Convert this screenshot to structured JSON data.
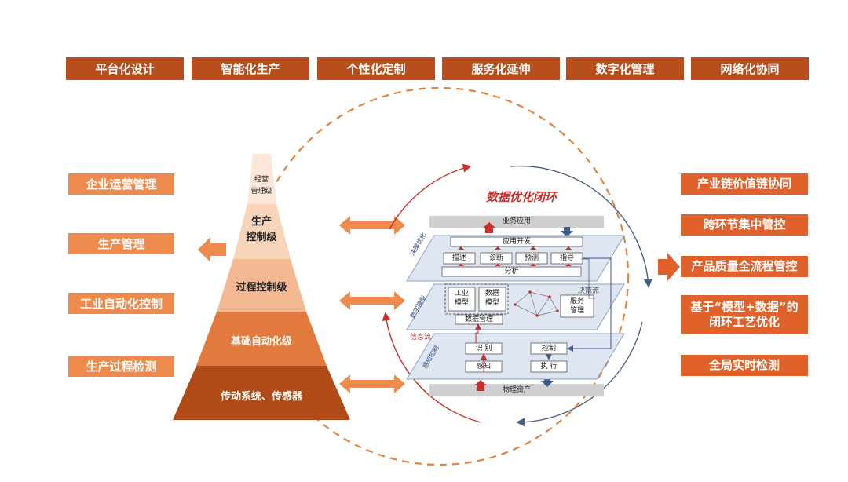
{
  "header": {
    "items": [
      "平台化设计",
      "智能化生产",
      "个性化定制",
      "服务化延伸",
      "数字化管理",
      "网络化协同"
    ]
  },
  "left": {
    "items": [
      "企业运营管理",
      "生产管理",
      "工业自动化控制",
      "生产过程检测"
    ]
  },
  "right": {
    "items": [
      "产业链价值链协同",
      "跨环节集中管控",
      "产品质量全流程管控",
      "基于“模型+数据”的闭环工艺优化",
      "全局实时检测"
    ]
  },
  "pyramid": {
    "levels": [
      {
        "line1": "经营",
        "line2": "管理级"
      },
      {
        "line1": "生产",
        "line2": "控制级"
      },
      {
        "line1": "过程控制级"
      },
      {
        "line1": "基础自动化级"
      },
      {
        "line1": "传动系统、传感器"
      }
    ]
  },
  "loop": {
    "title": "数据优化闭环",
    "business_app": "业务应用",
    "app_dev": "应用开发",
    "describe": "描述",
    "diagnose": "诊断",
    "predict": "预测",
    "guide": "指导",
    "analyze": "分析",
    "industrial_model_1": "工业",
    "industrial_model_2": "模型",
    "data_model_1": "数据",
    "data_model_2": "模型",
    "data_management": "数据管理",
    "service_mgmt_1": "服务",
    "service_mgmt_2": "管理",
    "decision_flow": "决策流",
    "info_flow": "信息流",
    "recognize": "识 别",
    "sense": "感知",
    "control": "控制",
    "execute": "执 行",
    "physical_assets": "物理资产",
    "layer_decision": "决策优化",
    "layer_digital_model": "数字模型",
    "layer_sense_control": "感知控制"
  }
}
